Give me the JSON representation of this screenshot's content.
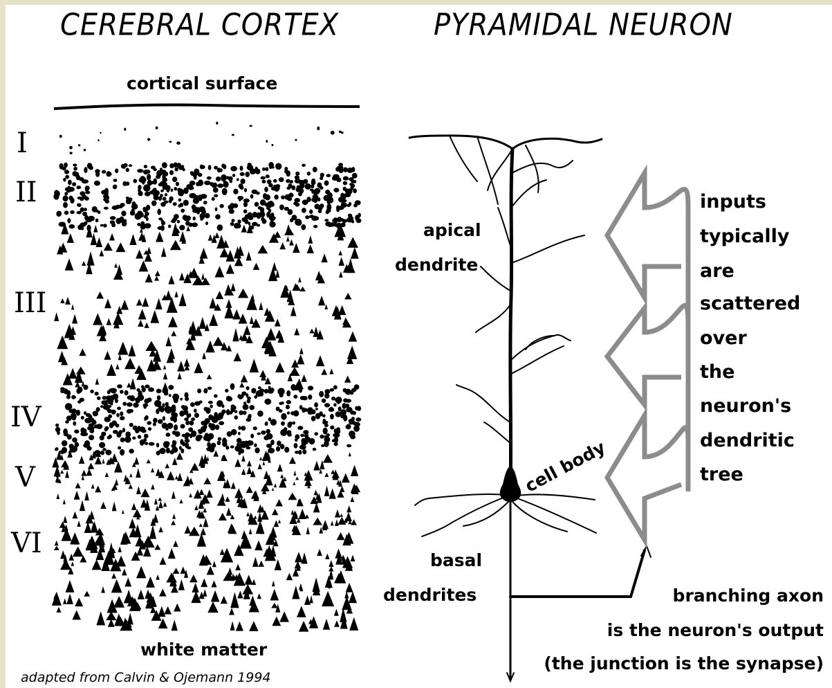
{
  "titles": {
    "cortex": "CEREBRAL CORTEX",
    "neuron": "PYRAMIDAL NEURON"
  },
  "cortex": {
    "surface_label": "cortical surface",
    "white_matter_label": "white matter",
    "layers": [
      "I",
      "II",
      "III",
      "IV",
      "V",
      "VI"
    ]
  },
  "neuron": {
    "apical_label": [
      "apical",
      "dendrite"
    ],
    "cell_body_label": "cell body",
    "basal_label": [
      "basal",
      "dendrites"
    ],
    "inputs_text": [
      "inputs",
      "typically",
      "are",
      "scattered",
      "over",
      "the",
      "neuron's",
      "dendritic",
      "tree"
    ],
    "axon_text": [
      "branching axon",
      "is the neuron's output",
      "(the junction is the synapse)"
    ]
  },
  "credit": "adapted from Calvin & Ojemann 1994",
  "colors": {
    "outer_border": "#e4e3c8",
    "background": "#ffffff",
    "ink": "#000000",
    "arrow_outline": "#8c8c8c"
  }
}
